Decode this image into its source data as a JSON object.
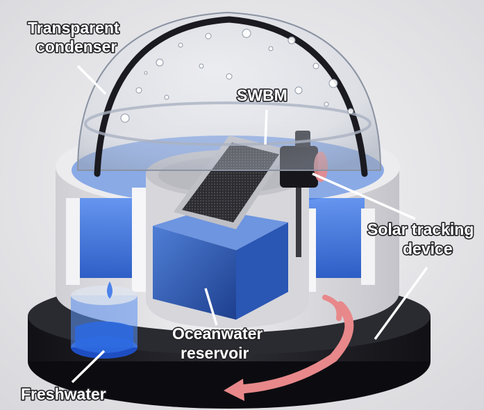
{
  "labels": {
    "condenser": [
      "Transparent",
      "condenser"
    ],
    "swbm": [
      "SWBM"
    ],
    "tracking": [
      "Solar tracking",
      "device"
    ],
    "reservoir": [
      "Oceanwater",
      "reservoir"
    ],
    "freshwater": [
      "Freshwater"
    ]
  },
  "colors": {
    "background": "#e9e9ec",
    "housing": "#e6e6ea",
    "water": "#2f6fe0",
    "dark_base": "#1d1d22",
    "rotation_arrow": "#e8888a",
    "label_fill": "#ffffff",
    "label_outline": "#222226"
  }
}
